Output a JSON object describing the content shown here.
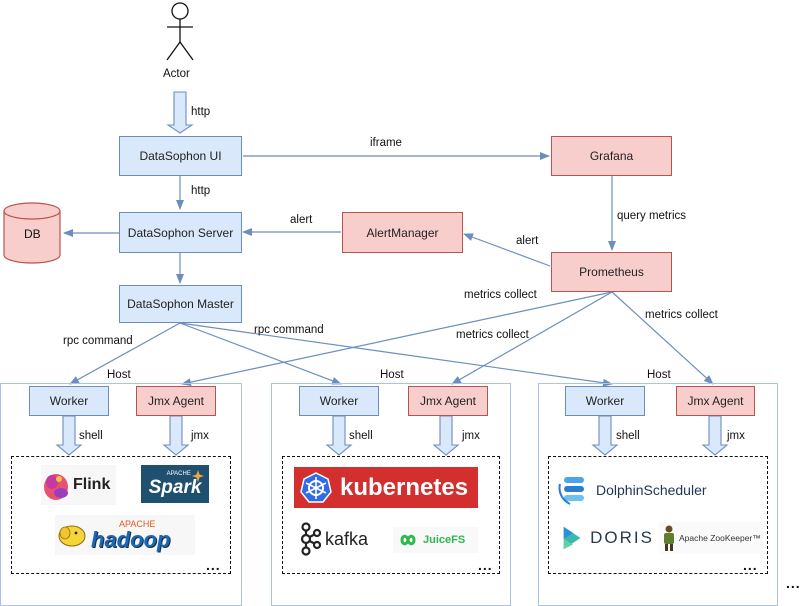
{
  "actor": {
    "label": "Actor"
  },
  "nodes": {
    "ui": "DataSophon UI",
    "server": "DataSophon Server",
    "master": "DataSophon Master",
    "db": "DB",
    "grafana": "Grafana",
    "alertmanager": "AlertManager",
    "prometheus": "Prometheus"
  },
  "edge_labels": {
    "actor_ui": "http",
    "ui_server": "http",
    "iframe": "iframe",
    "query_metrics": "query metrics",
    "alert_am_server": "alert",
    "alert_prom_am": "alert",
    "metrics_collect_1": "metrics collect",
    "metrics_collect_2": "metrics collect",
    "metrics_collect_3": "metrics collect",
    "rpc_command_1": "rpc command",
    "rpc_command_2": "rpc command"
  },
  "hosts": [
    {
      "title": "Host",
      "worker": "Worker",
      "agent": "Jmx Agent",
      "shell": "shell",
      "jmx": "jmx",
      "logos": [
        "Flink",
        "Spark",
        "hadoop"
      ],
      "apache_small": "APACHE",
      "more": "..."
    },
    {
      "title": "Host",
      "worker": "Worker",
      "agent": "Jmx Agent",
      "shell": "shell",
      "jmx": "jmx",
      "logos": [
        "kubernetes",
        "kafka",
        "JuiceFS"
      ],
      "more": "..."
    },
    {
      "title": "Host",
      "worker": "Worker",
      "agent": "Jmx Agent",
      "shell": "shell",
      "jmx": "jmx",
      "logos": [
        "DolphinScheduler",
        "DORIS",
        "Apache ZooKeeper™"
      ],
      "more": "..."
    }
  ],
  "trailing_more": "...",
  "colors": {
    "blue_fill": "#dae8fc",
    "blue_stroke": "#6c8ebf",
    "red_fill": "#f8cecc",
    "red_stroke": "#b85450"
  }
}
